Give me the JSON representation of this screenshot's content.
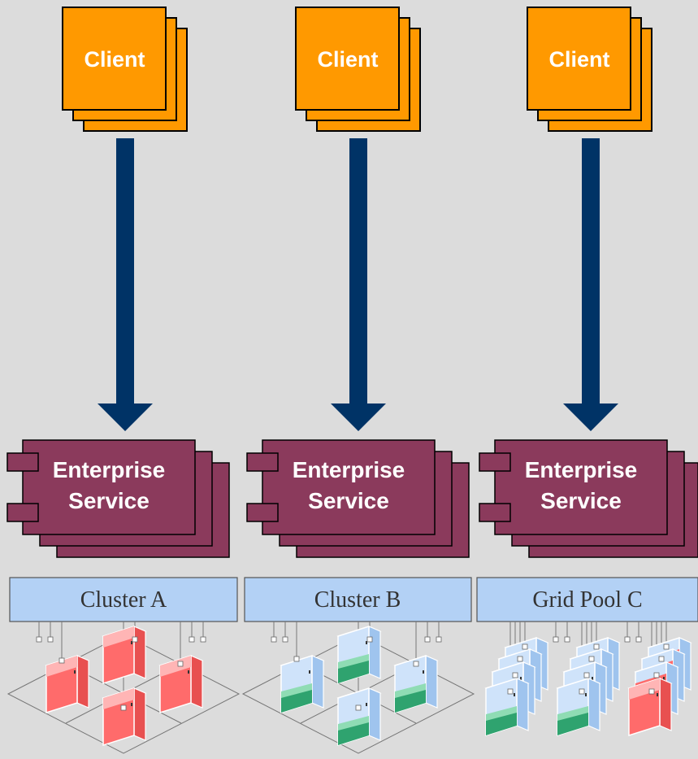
{
  "columns": [
    {
      "client_label": "Client",
      "service_line1": "Enterprise",
      "service_line2": "Service",
      "cluster_label": "Cluster A",
      "server_color": "red"
    },
    {
      "client_label": "Client",
      "service_line1": "Enterprise",
      "service_line2": "Service",
      "cluster_label": "Cluster B",
      "server_color": "green"
    },
    {
      "client_label": "Client",
      "service_line1": "Enterprise",
      "service_line2": "Service",
      "cluster_label": "Grid Pool C",
      "server_color": "mixed"
    }
  ],
  "colors": {
    "background": "#dcdcdc",
    "client_fill": "#ff9900",
    "arrow": "#003366",
    "service_fill": "#8b3a5c",
    "cluster_bar": "#b3d1f5",
    "server_red": "#ff6666",
    "server_green": "#33aa77",
    "server_blue": "#cfe3fa"
  }
}
